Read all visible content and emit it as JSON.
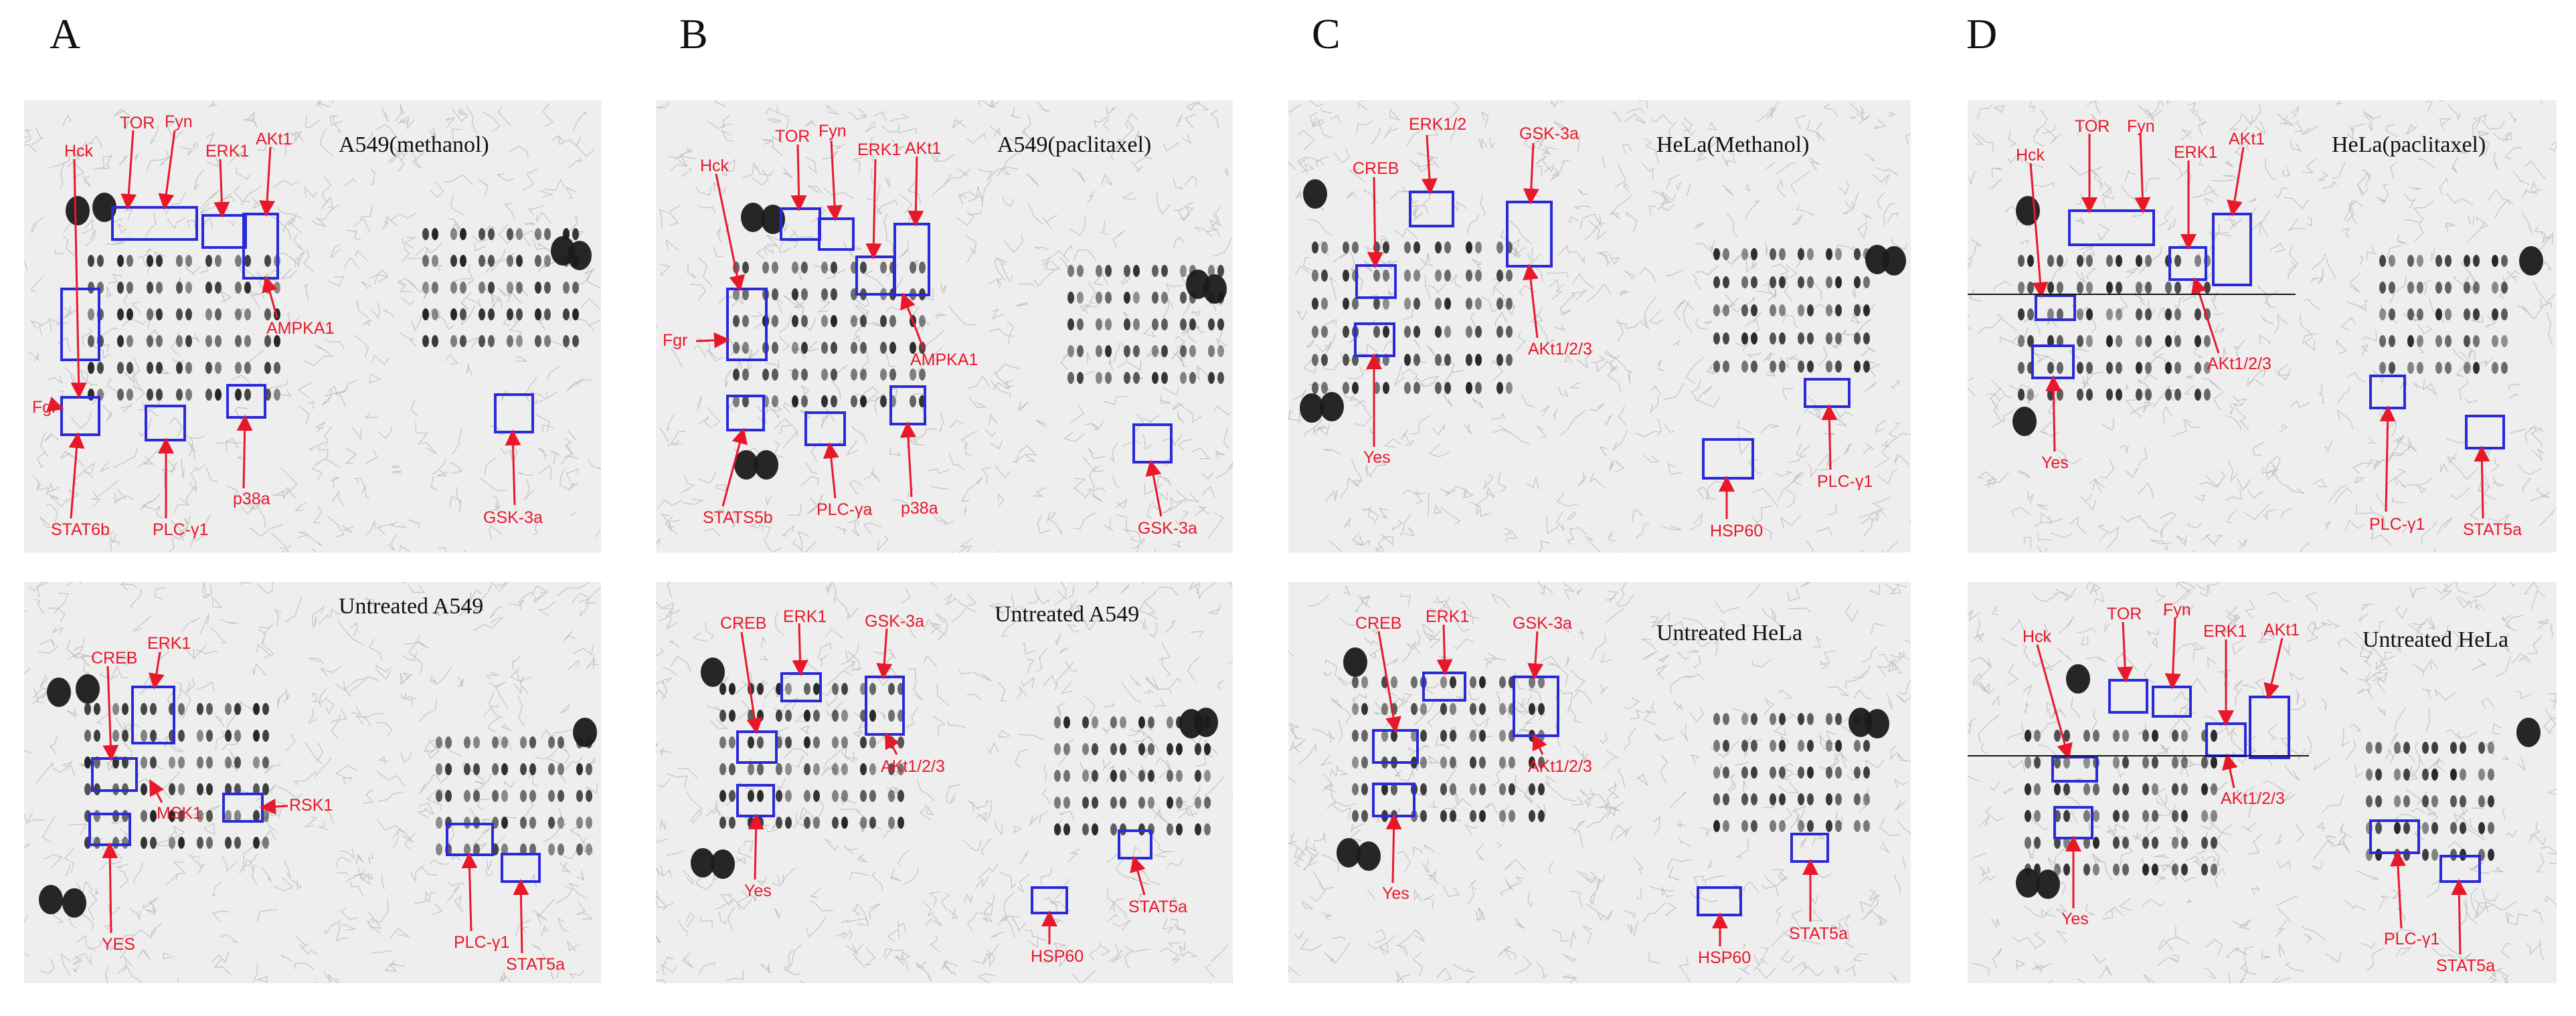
{
  "figure": {
    "panels": [
      {
        "letter": "A",
        "top": {
          "title": "A549(methanol)",
          "labels": [
            "TOR",
            "Fyn",
            "Hck",
            "ERK1",
            "AKt1",
            "AMPKA1",
            "Fgr",
            "STAT6b",
            "PLC-γ1",
            "p38a",
            "GSK-3a"
          ]
        },
        "bottom": {
          "title": "Untreated A549",
          "labels": [
            "ERK1",
            "CREB",
            "MSK1",
            "RSK1",
            "YES",
            "PLC-γ1",
            "STAT5a"
          ]
        }
      },
      {
        "letter": "B",
        "top": {
          "title": "A549(paclitaxel)",
          "labels": [
            "TOR",
            "Fyn",
            "Hck",
            "ERK1",
            "AKt1",
            "Fgr",
            "AMPKA1",
            "STATS5b",
            "PLC-γa",
            "p38a",
            "GSK-3a"
          ]
        },
        "bottom": {
          "title": "Untreated A549",
          "labels": [
            "CREB",
            "ERK1",
            "GSK-3a",
            "AKt1/2/3",
            "Yes",
            "STAT5a",
            "HSP60"
          ]
        }
      },
      {
        "letter": "C",
        "top": {
          "title": "HeLa(Methanol)",
          "labels": [
            "ERK1/2",
            "GSK-3a",
            "CREB",
            "AKt1/2/3",
            "Yes",
            "PLC-γ1",
            "HSP60"
          ]
        },
        "bottom": {
          "title": "Untreated HeLa",
          "labels": [
            "CREB",
            "ERK1",
            "GSK-3a",
            "AKt1/2/3",
            "Yes",
            "STAT5a",
            "HSP60"
          ]
        }
      },
      {
        "letter": "D",
        "top": {
          "title": "HeLa(paclitaxel)",
          "labels": [
            "TOR",
            "Fyn",
            "Hck",
            "ERK1",
            "AKt1",
            "AKt1/2/3",
            "Yes",
            "PLC-γ1",
            "STAT5a"
          ]
        },
        "bottom": {
          "title": "Untreated HeLa",
          "labels": [
            "TOR",
            "Fyn",
            "Hck",
            "ERK1",
            "AKt1",
            "AKt1/2/3",
            "Yes",
            "PLC-γ1",
            "STAT5a"
          ]
        }
      }
    ],
    "colors": {
      "annotation": "#e8182a",
      "box": "#2a2ad8",
      "spot": "#1a1a1a"
    }
  }
}
